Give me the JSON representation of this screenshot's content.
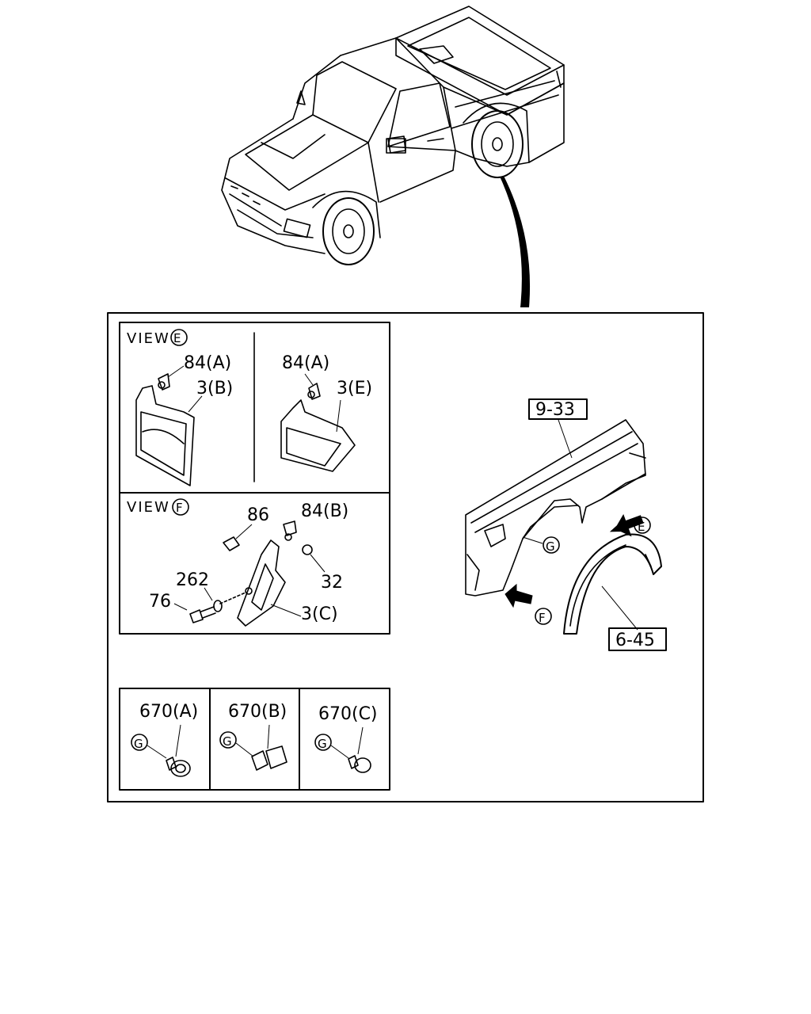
{
  "views": {
    "e_prefix": "VIEW",
    "e_letter": "E",
    "f_prefix": "VIEW",
    "f_letter": "F"
  },
  "labels": {
    "p84a_left": "84(A)",
    "p3b": "3(B)",
    "p84a_right": "84(A)",
    "p3e": "3(E)",
    "p86": "86",
    "p84b": "84(B)",
    "p32": "32",
    "p262": "262",
    "p76": "76",
    "p3c": "3(C)",
    "p670a": "670(A)",
    "p670b": "670(B)",
    "p670c": "670(C)",
    "p933": "9-33",
    "p645": "6-45"
  },
  "markers": {
    "g": "G",
    "e": "E",
    "f": "F"
  }
}
